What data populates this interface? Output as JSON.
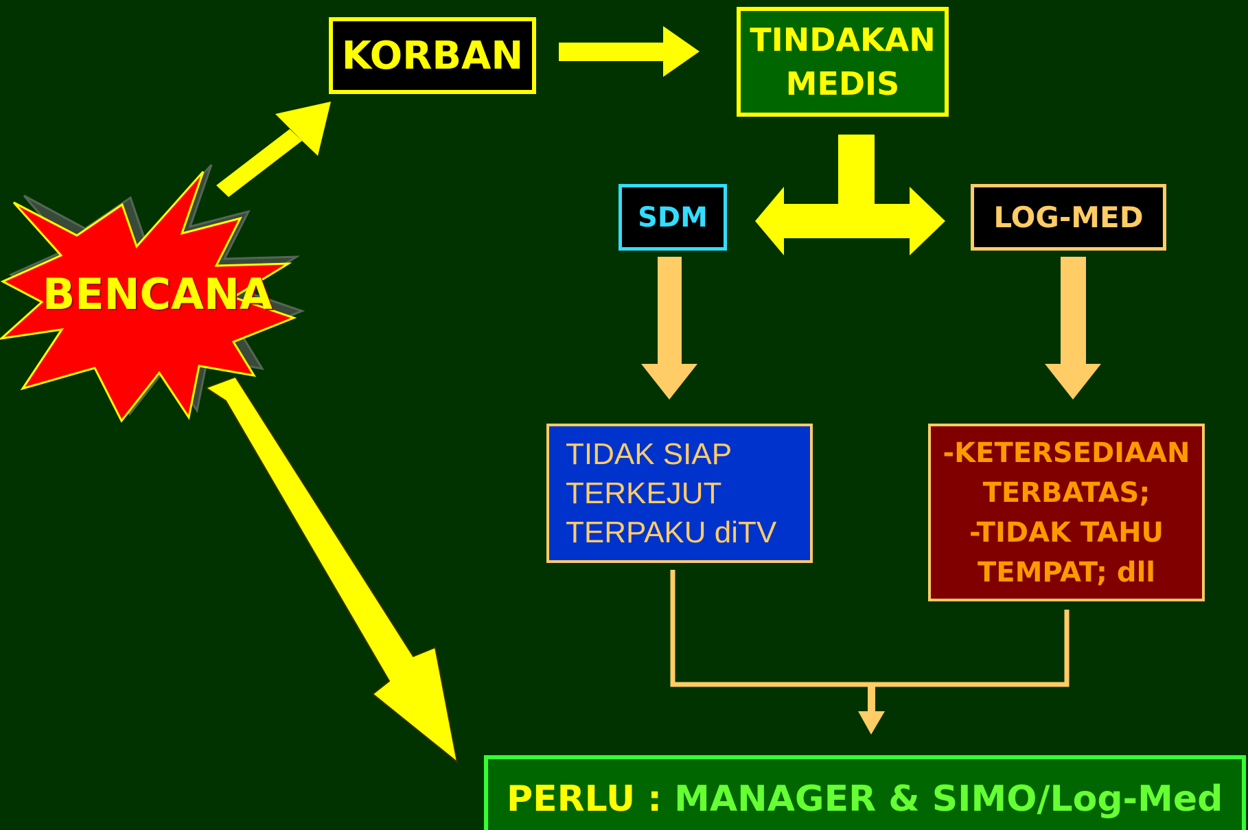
{
  "colors": {
    "background": "#003300",
    "yellow": "#ffff00",
    "peach": "#ffcc66",
    "cyan": "#33ddff",
    "lime": "#66ff33",
    "burst_red": "#ff0000"
  },
  "start": {
    "label": "BENCANA"
  },
  "korban": {
    "label": "KORBAN"
  },
  "tindakan": {
    "line1": "TINDAKAN",
    "line2": "MEDIS"
  },
  "sdm": {
    "label": "SDM"
  },
  "logmed": {
    "label": "LOG-MED"
  },
  "sdm_note": {
    "lines": [
      "TIDAK SIAP",
      "TERKEJUT",
      "TERPAKU diTV"
    ]
  },
  "logmed_note": {
    "lines": [
      "-KETERSEDIAAN",
      "TERBATAS;",
      "-TIDAK TAHU",
      "TEMPAT; dll"
    ]
  },
  "conclusion": {
    "lead": "PERLU :",
    "text": " MANAGER & SIMO/Log-Med"
  }
}
